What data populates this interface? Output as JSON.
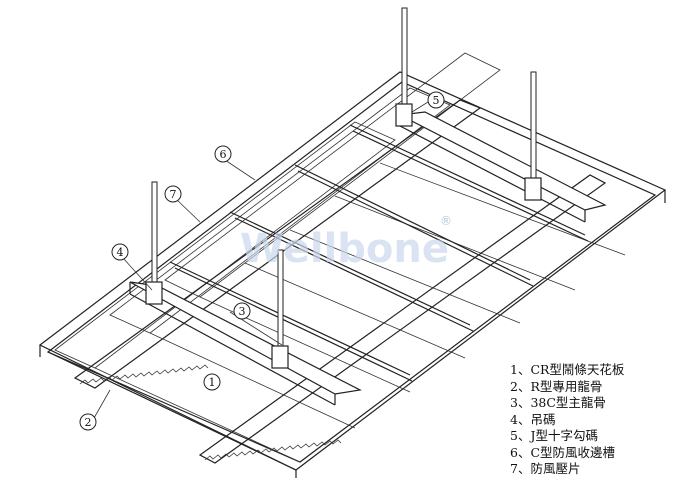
{
  "watermark": "Wellbone",
  "registered_mark": "®",
  "callouts": [
    {
      "id": "1",
      "label": "1"
    },
    {
      "id": "2",
      "label": "2"
    },
    {
      "id": "3",
      "label": "3"
    },
    {
      "id": "4",
      "label": "4"
    },
    {
      "id": "5",
      "label": "5"
    },
    {
      "id": "6",
      "label": "6"
    },
    {
      "id": "7",
      "label": "7"
    }
  ],
  "legend": [
    "1、CR型鬧條天花板",
    "2、R型專用龍骨",
    "3、38C型主龍骨",
    "4、吊碼",
    "5、J型十字勾碼",
    "6、C型防風收邊槽",
    "7、防風壓片"
  ]
}
